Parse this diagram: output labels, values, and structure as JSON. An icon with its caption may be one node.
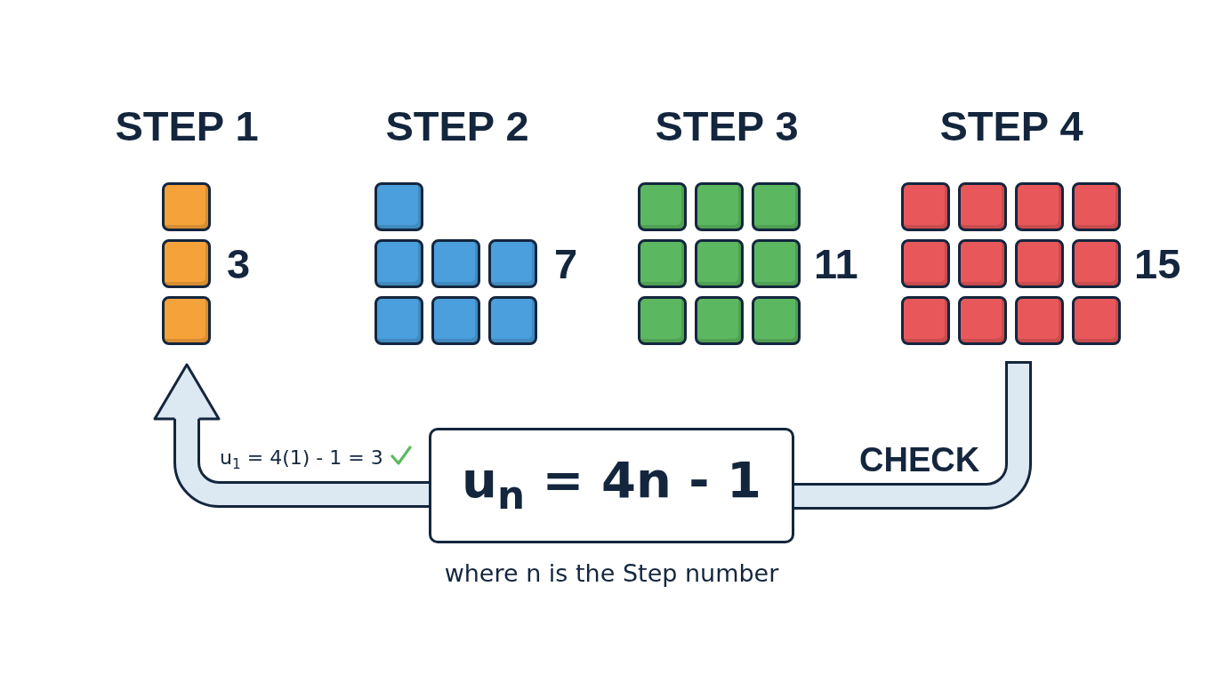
{
  "diagram": {
    "nodes": [
      {
        "text": [
          "STEP 1",
          "3"
        ]
      },
      {
        "text": [
          "STEP 2",
          "7"
        ]
      },
      {
        "text": [
          "STEP 3",
          "11"
        ]
      },
      {
        "text": [
          "STEP 4",
          "15"
        ]
      },
      {
        "text": [
          "u$_{n}$ = 4n - 1"
        ],
        "beside": [
          "where n is the Step number"
        ]
      }
    ],
    "edges": [
      {
        "from": 3,
        "to": 4,
        "arrow": "none",
        "label": "CHECK"
      },
      {
        "from": 4,
        "to": 0,
        "arrow": "to",
        "label": "u$_{1}$ = 4(1) - 1 = 3"
      }
    ]
  }
}
